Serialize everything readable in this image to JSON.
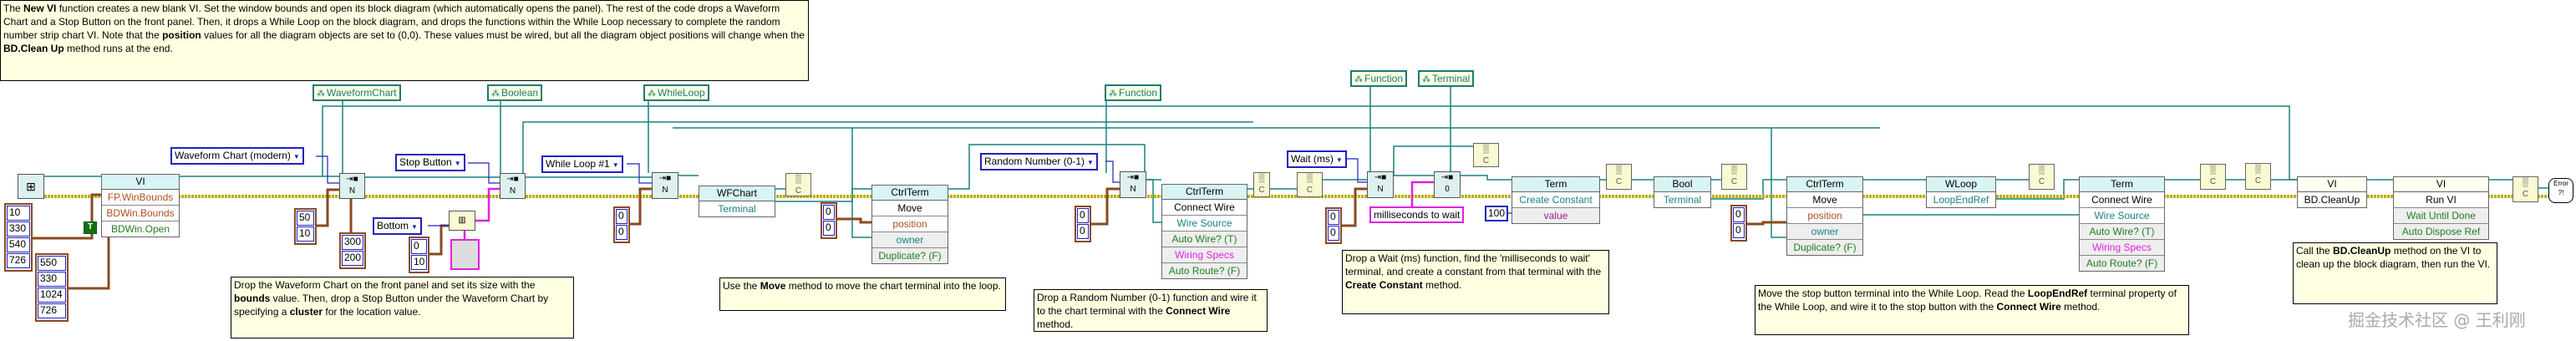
{
  "comments": {
    "top": {
      "p1": "The ",
      "b1": "New VI",
      "p2": " function creates a new blank VI. Set the window bounds and open its block diagram (which automatically opens the panel). The rest of the code drops a Waveform Chart and a Stop Button on the front panel. Then, it drops a While Loop on the block diagram, and drops the functions within the While Loop necessary to complete the random number strip chart VI. Note that the ",
      "b2": "position",
      "p3": " values for all the diagram objects are set to (0,0). These values must be wired, but all the diagram object positions will change when the ",
      "b3": "BD.Clean Up",
      "p4": " method runs at the end."
    },
    "chart": {
      "p1": "Drop the Waveform Chart on the front panel and set its size with the ",
      "b1": "bounds",
      "p2": " value. Then, drop a Stop Button under the Waveform Chart by specifying a ",
      "b2": "cluster",
      "p3": " for the location value."
    },
    "move": {
      "p1": "Use the ",
      "b1": "Move",
      "p2": " method to move the chart terminal into the loop."
    },
    "random": {
      "p1": "Drop a Random Number (0-1) function and wire it to the chart terminal with the ",
      "b1": "Connect Wire",
      "p2": " method."
    },
    "wait": {
      "p1": "Drop a Wait (ms) function, find the 'milliseconds to wait' terminal, and create a constant from that terminal with the ",
      "b1": "Create Constant",
      "p2": " method."
    },
    "stop": {
      "p1": "Move the stop button terminal into the While Loop. Read the ",
      "b1": "LoopEndRef",
      "p2": " terminal property of the While Loop, and wire it to the stop button with the ",
      "b2": "Connect Wire",
      "p3": " method."
    },
    "cleanup": {
      "p1": "Call the ",
      "b1": "BD.CleanUp",
      "p2": " method on the VI to clean up the block diagram, then run the VI."
    }
  },
  "class_constants": [
    "WaveformChart",
    "Boolean",
    "WhileLoop",
    "Function",
    "Function",
    "Terminal"
  ],
  "enums": {
    "waveform": "Waveform Chart (modern)",
    "stop": "Stop Button",
    "bottom": "Bottom",
    "while": "While Loop #1",
    "random": "Random Number (0-1)",
    "wait": "Wait (ms)"
  },
  "arrays": {
    "fp_bounds": [
      "10",
      "330",
      "540",
      "726"
    ],
    "bd_bounds": [
      "550",
      "330",
      "1024",
      "726"
    ],
    "chart_pos": [
      "50",
      "10"
    ],
    "chart_size": [
      "300",
      "200"
    ],
    "stop_offset": [
      "0",
      "10"
    ],
    "pos1": [
      "0",
      "0"
    ],
    "pos2": [
      "0",
      "0"
    ],
    "pos3": [
      "0",
      "0"
    ],
    "pos4": [
      "0",
      "0"
    ],
    "pos5": [
      "0",
      "0"
    ]
  },
  "bool_const": "T",
  "num_const": "100",
  "string_term": "milliseconds to wait",
  "nodes": {
    "vi_prop": {
      "header": "VI",
      "rows": [
        "FP.WinBounds",
        "BDWin.Bounds",
        "BDWin.Open"
      ]
    },
    "wfchart": {
      "header": "WFChart",
      "rows": [
        "Terminal"
      ]
    },
    "ctrlterm1": {
      "header": "CtrlTerm",
      "rows": [
        "Move",
        "position",
        "owner",
        "Duplicate? (F)"
      ]
    },
    "ctrlterm2": {
      "header": "CtrlTerm",
      "rows": [
        "Connect Wire",
        "Wire Source",
        "Auto Wire? (T)",
        "Wiring Specs",
        "Auto Route? (F)"
      ]
    },
    "term1": {
      "header": "Term",
      "rows": [
        "Create Constant",
        "value"
      ]
    },
    "bool": {
      "header": "Bool",
      "rows": [
        "Terminal"
      ]
    },
    "ctrlterm3": {
      "header": "CtrlTerm",
      "rows": [
        "Move",
        "position",
        "owner",
        "Duplicate? (F)"
      ]
    },
    "wloop": {
      "header": "WLoop",
      "rows": [
        "LoopEndRef"
      ]
    },
    "term2": {
      "header": "Term",
      "rows": [
        "Connect Wire",
        "Wire Source",
        "Auto Wire? (T)",
        "Wiring Specs",
        "Auto Route? (F)"
      ]
    },
    "vi_cleanup": {
      "header": "VI",
      "rows": [
        "BD.CleanUp"
      ]
    },
    "vi_run": {
      "header": "VI",
      "rows": [
        "Run VI",
        "Wait Until Done",
        "Auto Dispose Ref"
      ]
    }
  },
  "icons": {
    "new_vi": "new-vi-icon",
    "place": "place-object-icon",
    "to_more_specific": "to-more-specific-class-icon",
    "bundle": "bundle-by-name-icon",
    "cluster": "cluster-constant-icon",
    "error": "simple-error-handler-icon",
    "place_label": "N",
    "place0_label": "0",
    "tomore_label": "C",
    "error_label": "Error"
  },
  "watermark": "掘金技术社区 @ 王利刚",
  "colors": {
    "ref_wire": "#1a8080",
    "error_wire": "#b8b000",
    "cluster_wire": "#8a4a20",
    "enum_border": "#2020c0",
    "comment_bg": "#ffffe1",
    "string_wire": "#e020e0"
  }
}
